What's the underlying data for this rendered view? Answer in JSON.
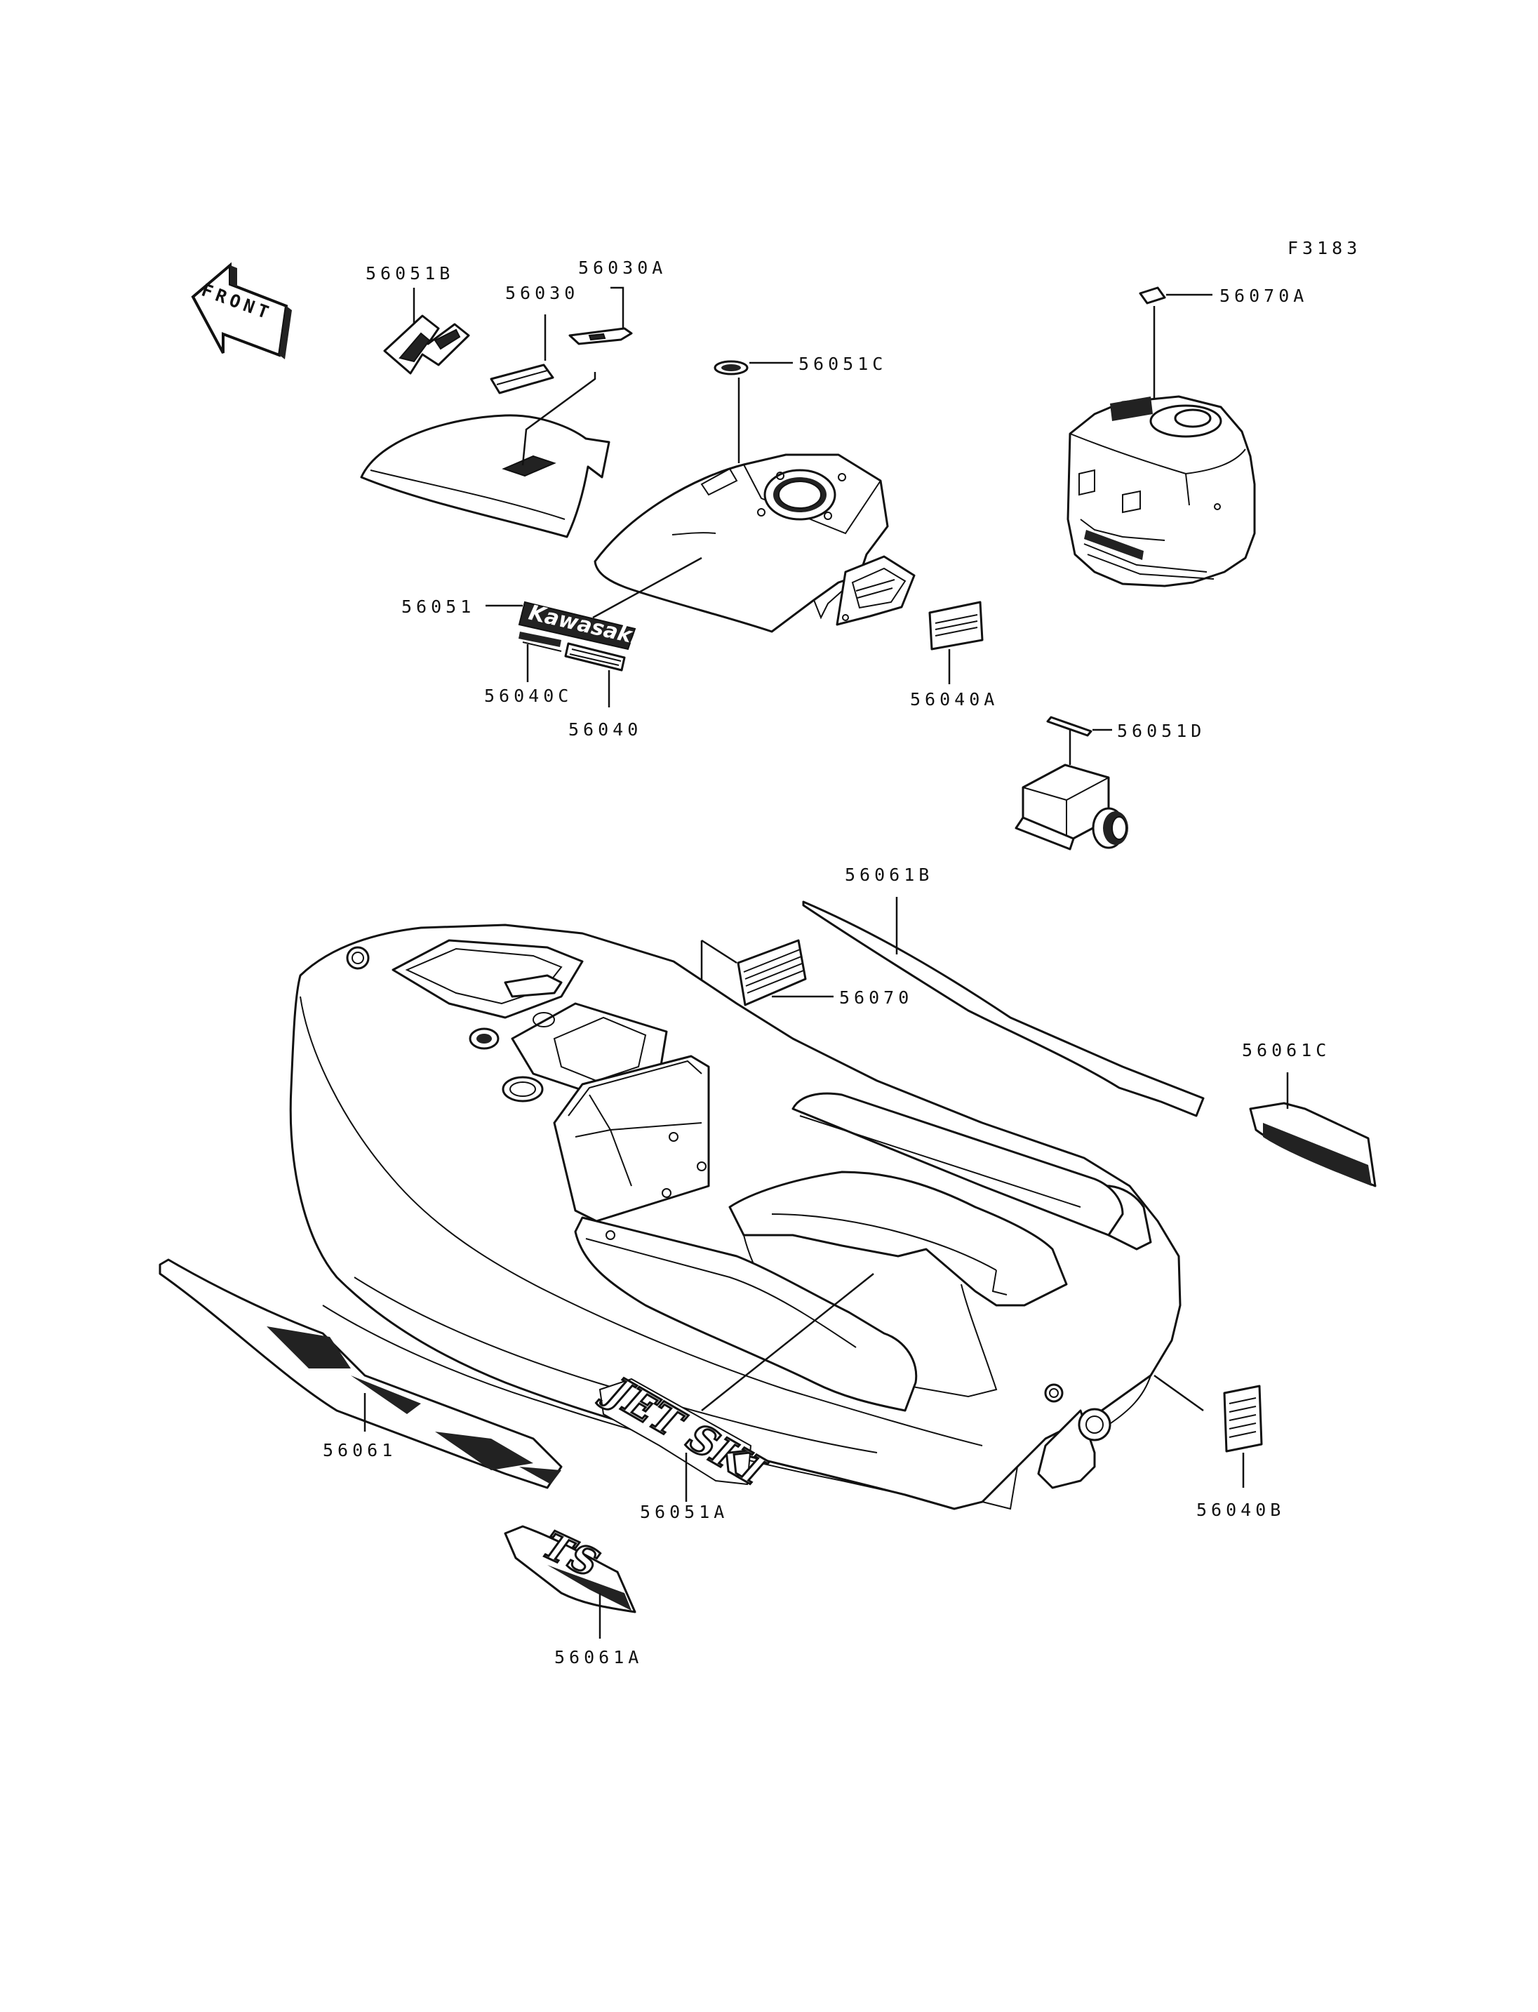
{
  "figure_code": "F3183",
  "front_arrow": "FRONT",
  "decal_texts": {
    "kawasaki": "Kawasaki",
    "jetski": "JET SKI",
    "ts": "TS"
  },
  "callouts": [
    {
      "id": "56051B",
      "text": "56051B"
    },
    {
      "id": "56030",
      "text": "56030"
    },
    {
      "id": "56030A",
      "text": "56030A"
    },
    {
      "id": "56051C",
      "text": "56051C"
    },
    {
      "id": "56070A",
      "text": "56070A"
    },
    {
      "id": "56051",
      "text": "56051"
    },
    {
      "id": "56040C",
      "text": "56040C"
    },
    {
      "id": "56040",
      "text": "56040"
    },
    {
      "id": "56040A",
      "text": "56040A"
    },
    {
      "id": "56051D",
      "text": "56051D"
    },
    {
      "id": "56061B",
      "text": "56061B"
    },
    {
      "id": "56070",
      "text": "56070"
    },
    {
      "id": "56061C",
      "text": "56061C"
    },
    {
      "id": "56061",
      "text": "56061"
    },
    {
      "id": "56051A",
      "text": "56051A"
    },
    {
      "id": "56040B",
      "text": "56040B"
    },
    {
      "id": "56061A",
      "text": "56061A"
    }
  ]
}
